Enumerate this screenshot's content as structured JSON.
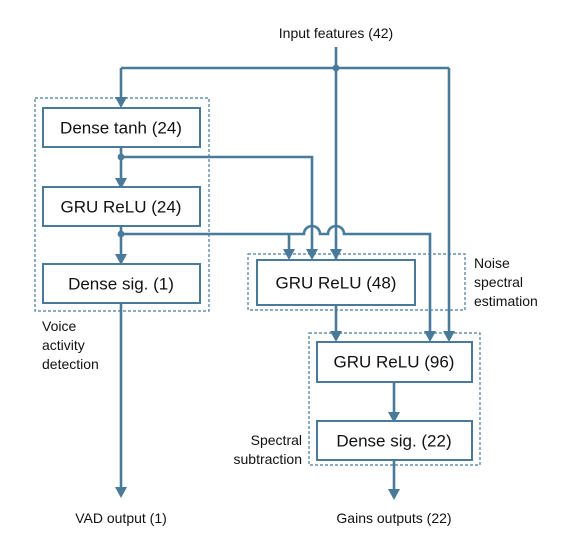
{
  "colors": {
    "stroke": "#4a7a9a",
    "text": "#111111",
    "background": "#ffffff"
  },
  "input": "Input features (42)",
  "blocks": {
    "dense_tanh": "Dense tanh (24)",
    "gru_relu_24": "GRU ReLU (24)",
    "dense_sig_1": "Dense sig. (1)",
    "gru_relu_48": "GRU ReLU (48)",
    "gru_relu_96": "GRU ReLU (96)",
    "dense_sig_22": "Dense sig. (22)"
  },
  "groups": {
    "vad": [
      "Voice",
      "activity",
      "detection"
    ],
    "noise": [
      "Noise",
      "spectral",
      "estimation"
    ],
    "spectral": [
      "Spectral",
      "subtraction"
    ]
  },
  "outputs": {
    "vad": "VAD output (1)",
    "gains": "Gains outputs (22)"
  }
}
